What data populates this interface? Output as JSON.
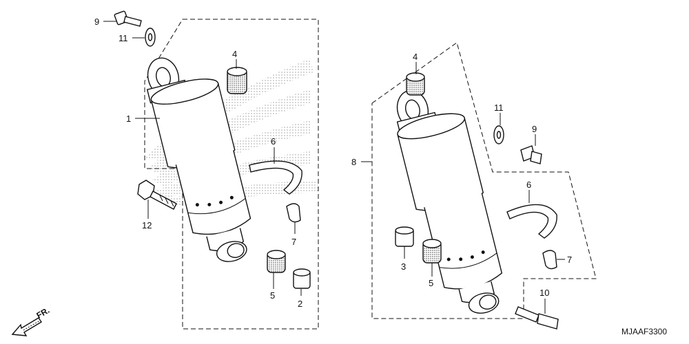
{
  "diagram": {
    "code": "MJAAF3300",
    "direction_label": "FR.",
    "left_assembly": {
      "callouts": [
        "9",
        "11",
        "4",
        "1",
        "6",
        "12",
        "7",
        "5",
        "2"
      ]
    },
    "right_assembly": {
      "callouts": [
        "4",
        "11",
        "9",
        "8",
        "6",
        "3",
        "5",
        "7",
        "10"
      ]
    },
    "colors": {
      "line": "#111111",
      "part_fill": "#ffffff",
      "logo_dots": "#9a9a9a",
      "background": "#ffffff"
    }
  }
}
